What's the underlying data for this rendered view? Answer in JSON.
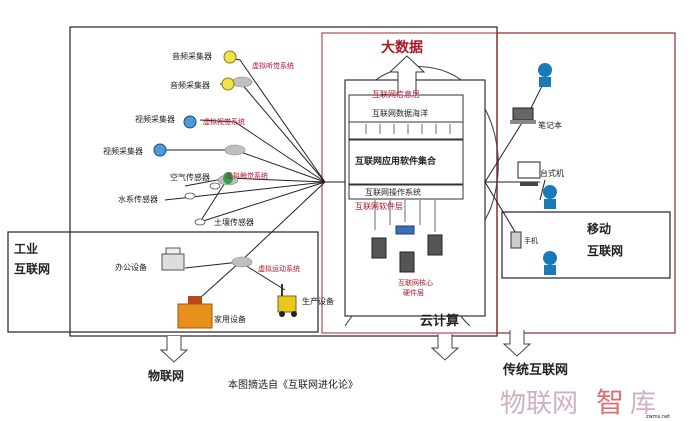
{
  "title_bigdata": "大数据",
  "layers": {
    "info_layer": "互联网信息层",
    "data_sea": "互联网数据海洋",
    "app_set": "互联网应用软件集合",
    "os": "互联网操作系统",
    "software_layer": "互联网软件层",
    "hardware_layer_line1": "互联网核心",
    "hardware_layer_line2": "硬件层",
    "cloud": "云计算"
  },
  "iot": {
    "audio1": "音频采集器",
    "audio2": "音频采集器",
    "virtual_hearing": "虚拟听觉系统",
    "video1": "视频采集器",
    "video2": "视频采集器",
    "virtual_vision": "虚拟视觉系统",
    "air": "空气传感器",
    "water": "水系传感器",
    "soil": "土壤传感器",
    "virtual_touch": "虚拟触觉系统",
    "office": "办公设备",
    "home": "家用设备",
    "production": "生产设备",
    "virtual_motion": "虚拟运动系统",
    "label": "物联网"
  },
  "industrial": {
    "line1": "工业",
    "line2": "互联网"
  },
  "mobile": {
    "line1": "移动",
    "line2": "互联网",
    "notebook": "笔记本",
    "desktop": "台式机",
    "phone": "手机"
  },
  "traditional": "传统互联网",
  "caption": "本图摘选自《互联网进化论》",
  "watermark": {
    "text1": "物联网",
    "text2": "智",
    "text3": "库",
    "site": "zwms.net"
  }
}
